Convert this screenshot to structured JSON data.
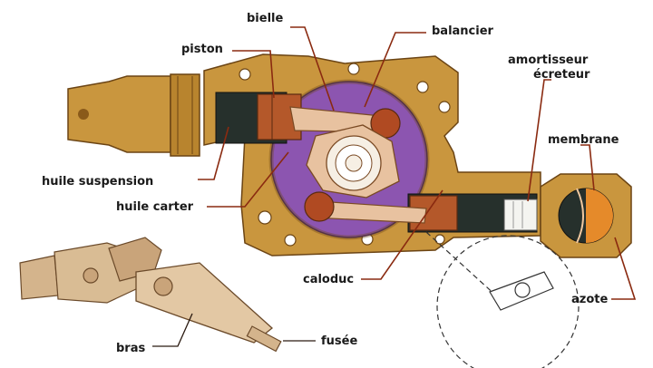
{
  "labels": {
    "bielle": "bielle",
    "balancier": "balancier",
    "piston": "piston",
    "amortisseur_line1": "amortisseur",
    "amortisseur_line2": "écreteur",
    "membrane": "membrane",
    "huile_suspension": "huile suspension",
    "huile_carter": "huile carter",
    "caloduc": "caloduc",
    "azote": "azote",
    "bras": "bras",
    "fusee": "fusée"
  },
  "colors": {
    "housing": "#c9963e",
    "housing_dark": "#8a5a1a",
    "oil_purple": "#8c55b0",
    "piston_brown": "#b4582a",
    "dark_fluid": "#26302c",
    "azote_orange": "#e58a2a",
    "rod_pink": "#e8c2a0",
    "bolt": "#b04a22"
  }
}
